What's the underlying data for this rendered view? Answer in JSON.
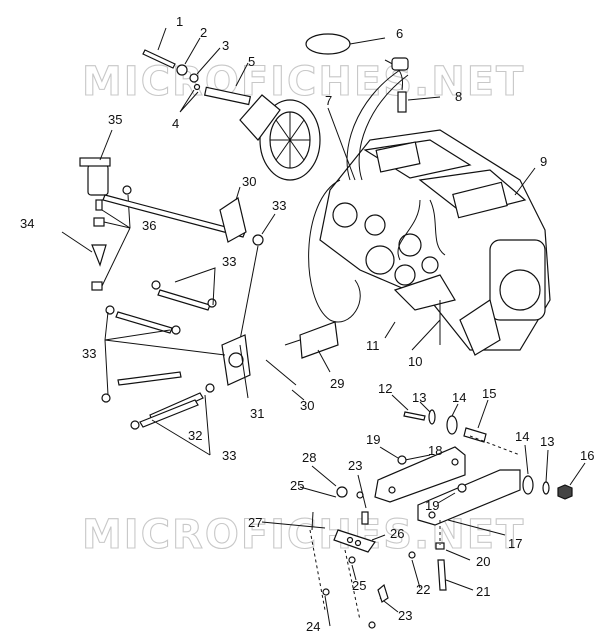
{
  "watermark": "MICROFICHES.NET",
  "callouts": [
    "1",
    "2",
    "3",
    "4",
    "5",
    "6",
    "7",
    "8",
    "9",
    "10",
    "11",
    "12",
    "13",
    "14",
    "15",
    "16",
    "17",
    "18",
    "19",
    "20",
    "21",
    "22",
    "23",
    "24",
    "25",
    "26",
    "27",
    "28",
    "29",
    "30",
    "31",
    "32",
    "33",
    "34",
    "35",
    "36"
  ],
  "extra_callouts": {
    "c13b": "13",
    "c14b": "14",
    "c19b": "19",
    "c23b": "23",
    "c25b": "25",
    "c30b": "30",
    "c33b": "33",
    "c33c": "33",
    "c33d": "33"
  }
}
